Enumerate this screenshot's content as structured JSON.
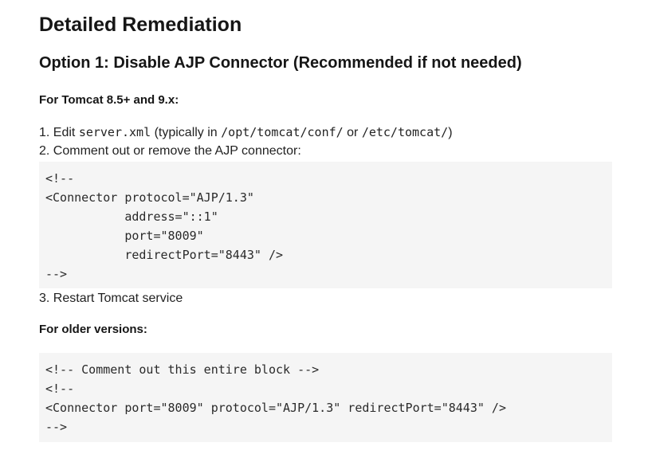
{
  "heading": "Detailed Remediation",
  "option1": {
    "title": "Option 1: Disable AJP Connector (Recommended if not needed)",
    "tomcat_new": {
      "subtitle": "For Tomcat 8.5+ and 9.x:",
      "step1": {
        "prefix": "1. Edit ",
        "file": "server.xml",
        "mid1": " (typically in ",
        "path1": "/opt/tomcat/conf/",
        "mid2": " or ",
        "path2": "/etc/tomcat/",
        "suffix": ")"
      },
      "step2": "2. Comment out or remove the AJP connector:",
      "code": "<!--\n<Connector protocol=\"AJP/1.3\"\n           address=\"::1\"\n           port=\"8009\"\n           redirectPort=\"8443\" />\n-->",
      "step3": "3. Restart Tomcat service"
    },
    "tomcat_old": {
      "subtitle": "For older versions:",
      "code": "<!-- Comment out this entire block -->\n<!--\n<Connector port=\"8009\" protocol=\"AJP/1.3\" redirectPort=\"8443\" />\n-->"
    }
  }
}
